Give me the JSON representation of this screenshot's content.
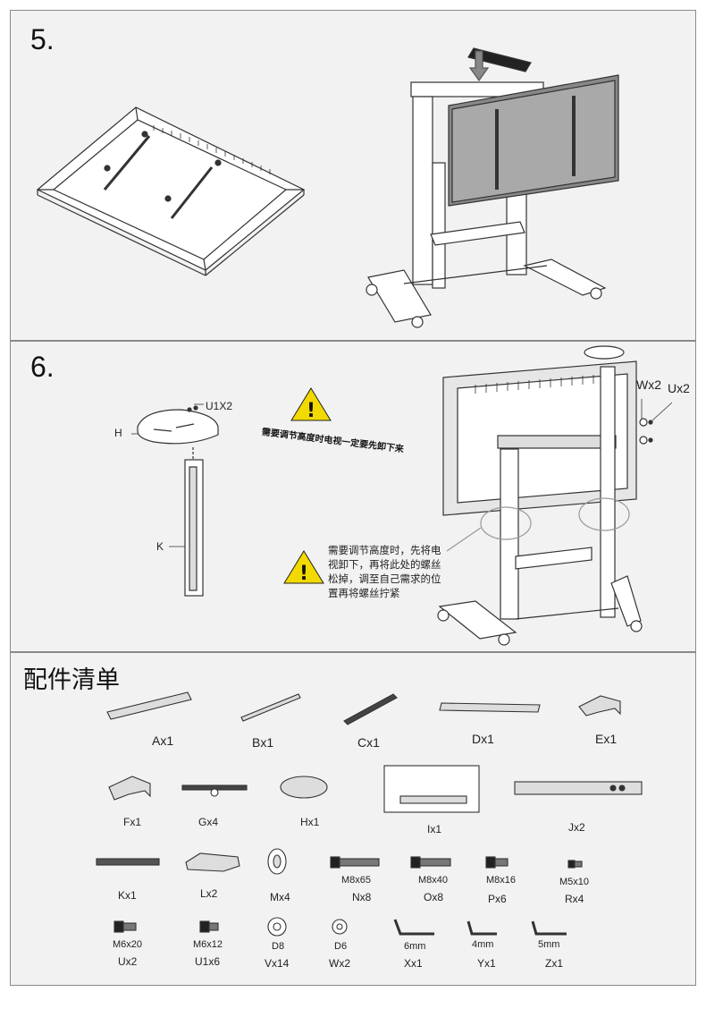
{
  "step5": {
    "number": "5."
  },
  "step6": {
    "number": "6.",
    "callout_u": "U1X2",
    "callout_h": "H",
    "callout_k": "K",
    "callout_w": "Wx2",
    "callout_ux": "Ux2",
    "warning_banner": "需要调节高度时电视一定要先卸下来",
    "warning_note": "需要调节高度时，先将电视卸下，再将此处的螺丝松掉，调至自己需求的位置再将螺丝拧紧"
  },
  "parts": {
    "title": "配件清单",
    "row1": [
      "Ax1",
      "Bx1",
      "Cx1",
      "Dx1",
      "Ex1"
    ],
    "row2": [
      "Fx1",
      "Gx4",
      "Hx1",
      "Ix1",
      "Jx2"
    ],
    "row3_labels": [
      "Kx1",
      "Lx2",
      "Mx4",
      "Nx8",
      "Ox8",
      "Px6",
      "Rx4"
    ],
    "row3_specs": [
      "M8x65",
      "M8x40",
      "M8x16",
      "M5x10"
    ],
    "row4_labels": [
      "Ux2",
      "U1x6",
      "Vx14",
      "Wx2",
      "Xx1",
      "Yx1",
      "Zx1"
    ],
    "row4_specs": [
      "M6x20",
      "M6x12",
      "D8",
      "D6",
      "6mm",
      "4mm",
      "5mm"
    ]
  },
  "colors": {
    "panel": "#f2f2f2",
    "warning": "#f2d900",
    "line": "#333333"
  }
}
